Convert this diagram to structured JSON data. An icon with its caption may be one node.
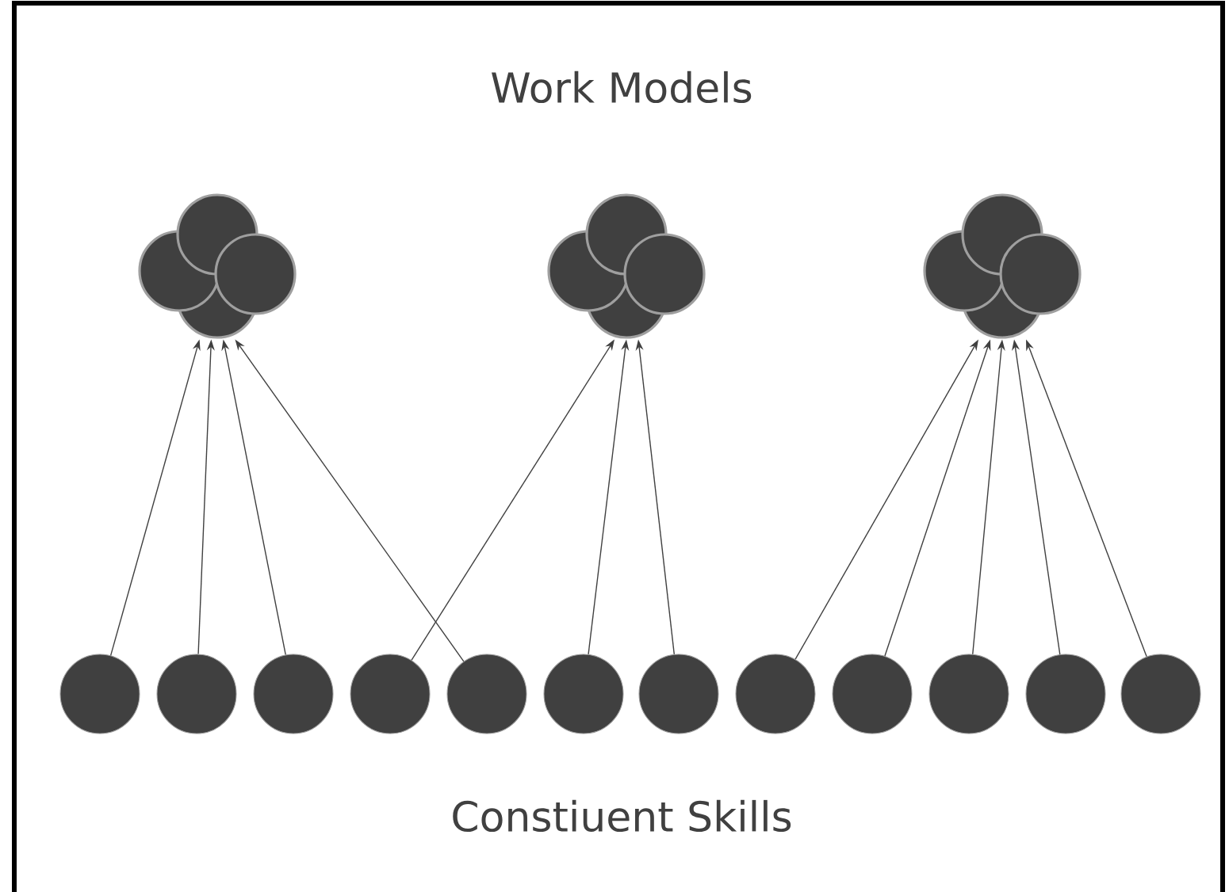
{
  "diagram": {
    "title": "Work Models",
    "caption": "Constiuent Skills",
    "nodes": [
      {
        "text": [],
        "shape": "cloud"
      },
      {
        "text": [],
        "shape": "cloud"
      },
      {
        "text": [],
        "shape": "cloud"
      },
      {
        "text": [],
        "shape": "circle"
      },
      {
        "text": [],
        "shape": "circle"
      },
      {
        "text": [],
        "shape": "circle"
      },
      {
        "text": [],
        "shape": "circle"
      },
      {
        "text": [],
        "shape": "circle"
      },
      {
        "text": [],
        "shape": "circle"
      },
      {
        "text": [],
        "shape": "circle"
      },
      {
        "text": [],
        "shape": "circle"
      },
      {
        "text": [],
        "shape": "circle"
      },
      {
        "text": [],
        "shape": "circle"
      },
      {
        "text": [],
        "shape": "circle"
      },
      {
        "text": [],
        "shape": "circle"
      }
    ],
    "edges": [
      {
        "from": 3,
        "to": 0,
        "arrow": "to"
      },
      {
        "from": 4,
        "to": 0,
        "arrow": "to"
      },
      {
        "from": 5,
        "to": 0,
        "arrow": "to"
      },
      {
        "from": 6,
        "to": 1,
        "arrow": "to"
      },
      {
        "from": 7,
        "to": 0,
        "arrow": "to"
      },
      {
        "from": 8,
        "to": 1,
        "arrow": "to"
      },
      {
        "from": 9,
        "to": 1,
        "arrow": "to"
      },
      {
        "from": 10,
        "to": 2,
        "arrow": "to"
      },
      {
        "from": 11,
        "to": 2,
        "arrow": "to"
      },
      {
        "from": 12,
        "to": 2,
        "arrow": "to"
      },
      {
        "from": 13,
        "to": 2,
        "arrow": "to"
      },
      {
        "from": 14,
        "to": 2,
        "arrow": "to"
      }
    ]
  }
}
